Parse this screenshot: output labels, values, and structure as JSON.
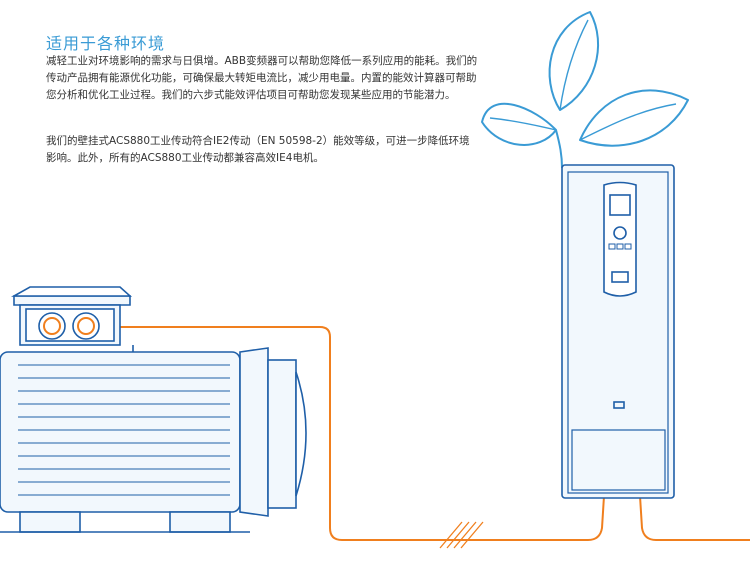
{
  "heading": "适用于各种环境",
  "paragraphs": [
    "减轻工业对环境影响的需求与日俱增。ABB变频器可以帮助您降低一系列应用的能耗。我们的传动产品拥有能源优化功能，可确保最大转矩电流比，减少用电量。内置的能效计算器可帮助您分析和优化工业过程。我们的六步式能效评估项目可帮助您发现某些应用的节能潜力。",
    "我们的壁挂式ACS880工业传动符合IE2传动（EN 50598-2）能效等级，可进一步降低环境影响。此外，所有的ACS880工业传动都兼容高效IE4电机。"
  ],
  "colors": {
    "accent": "#3a9bd5",
    "line": "#1f5fa8",
    "cable": "#f07f1e",
    "text": "#333333"
  },
  "illustration_parts": [
    "motor",
    "drive-cabinet",
    "leaves",
    "cable"
  ]
}
